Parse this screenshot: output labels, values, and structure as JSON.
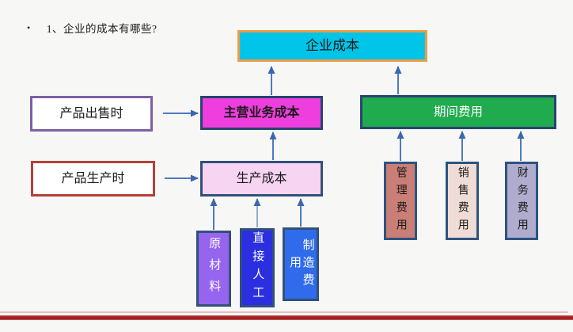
{
  "slide": {
    "bullet": "•",
    "question": "1、企业的成本有哪些?"
  },
  "nodes": {
    "enterprise_cost": "企业成本",
    "when_sold": "产品出售时",
    "main_business_cost": "主营业务成本",
    "period_expense": "期间费用",
    "when_produced": "产品生产时",
    "production_cost": "生产成本",
    "raw_material": "原材料",
    "direct_labor": "直接人工",
    "manufacturing_overhead": "制造费用",
    "admin_expense": "管理费用",
    "selling_expense": "销售费用",
    "finance_expense": "财务费用"
  },
  "edges": [
    {
      "from": "main_business_cost",
      "to": "enterprise_cost"
    },
    {
      "from": "period_expense",
      "to": "enterprise_cost"
    },
    {
      "from": "when_sold",
      "to": "main_business_cost"
    },
    {
      "from": "production_cost",
      "to": "main_business_cost"
    },
    {
      "from": "when_produced",
      "to": "production_cost"
    },
    {
      "from": "raw_material",
      "to": "production_cost"
    },
    {
      "from": "direct_labor",
      "to": "production_cost"
    },
    {
      "from": "manufacturing_overhead",
      "to": "production_cost"
    },
    {
      "from": "admin_expense",
      "to": "period_expense"
    },
    {
      "from": "selling_expense",
      "to": "period_expense"
    },
    {
      "from": "finance_expense",
      "to": "period_expense"
    }
  ],
  "colors": {
    "background": "#F7F7F5",
    "enterprise_fill": "#00C4E8",
    "enterprise_border": "#ED9C47",
    "main_business_fill": "#EE3EDE",
    "navy_border": "#26456F",
    "period_fill": "#1FAB4E",
    "production_fill": "#F6D4F2",
    "slate_border": "#33507B",
    "when_sold_border": "#7D60A6",
    "when_produced_border": "#B4403A",
    "raw_material_fill": "#9565F0",
    "direct_labor_fill": "#2B2FE0",
    "manufacturing_fill": "#2F6BEB",
    "admin_fill": "#C97E76",
    "selling_fill": "#EFDCD6",
    "finance_fill": "#AFACCE",
    "arrow": "#4E7ABF",
    "divider_red": "#A41E1E"
  }
}
